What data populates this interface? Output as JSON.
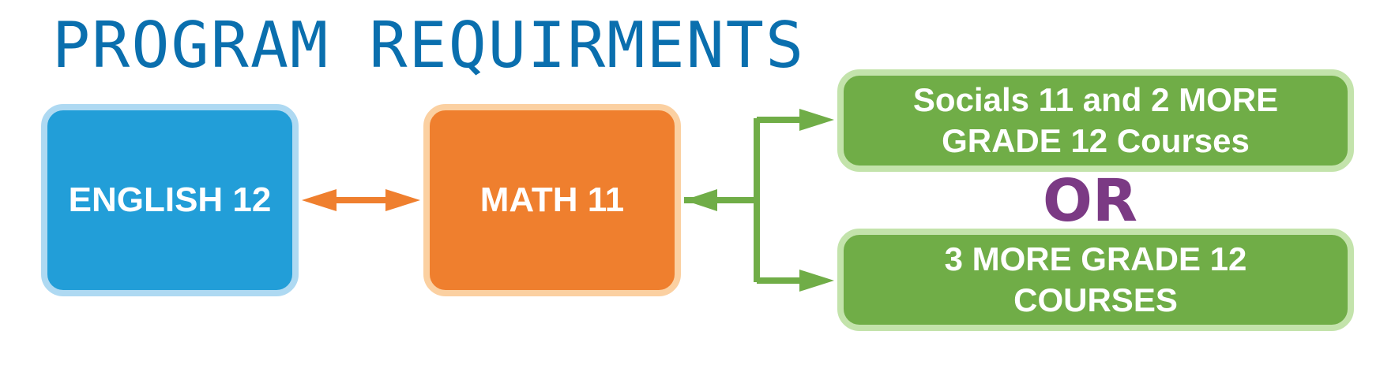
{
  "title": "PROGRAM REQUIRMENTS",
  "boxes": {
    "english": "ENGLISH 12",
    "math": "MATH 11",
    "option_a": "Socials 11 and 2 MORE GRADE 12 Courses",
    "option_b": "3 MORE GRADE 12 COURSES"
  },
  "separator": "OR",
  "colors": {
    "title": "#0a6fae",
    "english": "#229ed8",
    "math": "#ef7f2e",
    "options": "#70ad47",
    "separator": "#7b3a84"
  }
}
